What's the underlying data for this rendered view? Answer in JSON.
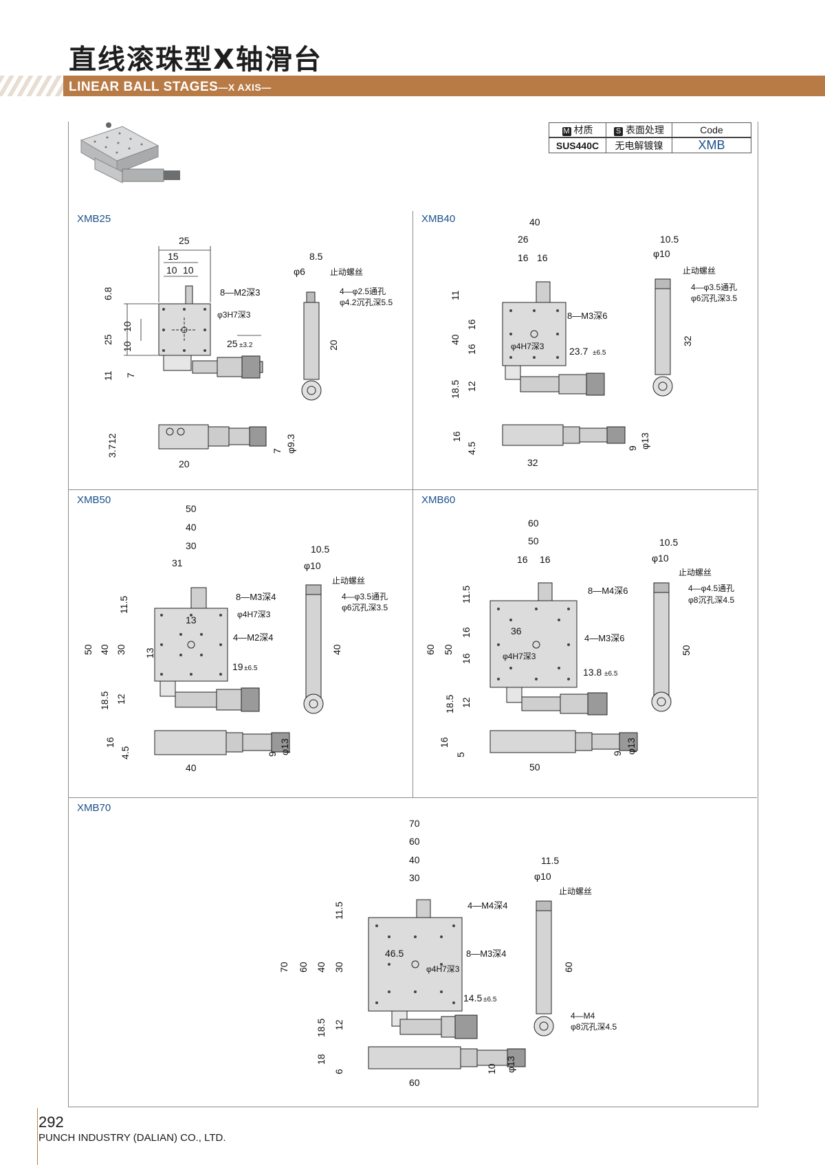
{
  "header": {
    "title_cn": "直线滚珠型X轴滑台",
    "title_en": "LINEAR BALL STAGES",
    "title_en_suffix": "—X AXIS—"
  },
  "spec_table": {
    "material_badge": "M",
    "material_label": "材质",
    "surface_badge": "S",
    "surface_label": "表面处理",
    "code_label": "Code",
    "material": "SUS440C",
    "surface": "无电解镀镍",
    "code": "XMB"
  },
  "sections": {
    "xmb25": {
      "label": "XMB25",
      "dims": {
        "w25": "25",
        "w15": "15",
        "w10a": "10",
        "w10b": "10",
        "h68": "6.8",
        "h25": "25",
        "h10a": "10",
        "h10b": "10",
        "h11": "11",
        "h7": "7",
        "tap": "8—M2深3",
        "pin": "φ3H7深3",
        "travel": "25",
        "travel_tol": "±3.2",
        "side_phi": "φ6",
        "side_85": "8.5",
        "stop": "止动螺丝",
        "hole1": "4—φ2.5通孔",
        "hole2": "φ4.2沉孔深5.5",
        "side_20": "20",
        "b12": "12",
        "b37": "3.7",
        "b20": "20",
        "b7": "7",
        "bphi": "φ9.3"
      }
    },
    "xmb40": {
      "label": "XMB40",
      "dims": {
        "w40": "40",
        "w26": "26",
        "w16a": "16",
        "w16b": "16",
        "h11": "11",
        "h40": "40",
        "h16a": "16",
        "h16b": "16",
        "h185": "18.5",
        "h12": "12",
        "tap": "8—M3深6",
        "pin": "φ4H7深3",
        "travel": "23.7",
        "travel_tol": "±6.5",
        "side_105": "10.5",
        "side_phi": "φ10",
        "stop": "止动螺丝",
        "hole1": "4—φ3.5通孔",
        "hole2": "φ6沉孔深3.5",
        "side_32": "32",
        "b16": "16",
        "b45": "4.5",
        "b32": "32",
        "b9": "9",
        "bphi": "φ13"
      }
    },
    "xmb50": {
      "label": "XMB50",
      "dims": {
        "w50": "50",
        "w40": "40",
        "w30": "30",
        "w31": "31",
        "h115": "11.5",
        "h50": "50",
        "h40": "40",
        "h30": "30",
        "h13": "13",
        "w13": "13",
        "h185": "18.5",
        "h12": "12",
        "tap": "8—M3深4",
        "pin": "φ4H7深3",
        "tap2": "4—M2深4",
        "travel": "19",
        "travel_tol": "±6.5",
        "side_105": "10.5",
        "side_phi": "φ10",
        "stop": "止动螺丝",
        "hole1": "4—φ3.5通孔",
        "hole2": "φ6沉孔深3.5",
        "side_40": "40",
        "b16": "16",
        "b45": "4.5",
        "b40": "40",
        "b9": "9",
        "bphi": "φ13"
      }
    },
    "xmb60": {
      "label": "XMB60",
      "dims": {
        "w60": "60",
        "w50": "50",
        "w16a": "16",
        "w16b": "16",
        "w36": "36",
        "h115": "11.5",
        "h60": "60",
        "h50": "50",
        "h16a": "16",
        "h16b": "16",
        "h185": "18.5",
        "h12": "12",
        "tap": "8—M4深6",
        "pin": "φ4H7深3",
        "tap2": "4—M3深6",
        "travel": "13.8",
        "travel_tol": "±6.5",
        "side_105": "10.5",
        "side_phi": "φ10",
        "stop": "止动螺丝",
        "hole1": "4—φ4.5通孔",
        "hole2": "φ8沉孔深4.5",
        "side_50": "50",
        "b16": "16",
        "b5": "5",
        "b50": "50",
        "b9": "9",
        "bphi": "φ13"
      }
    },
    "xmb70": {
      "label": "XMB70",
      "dims": {
        "w70": "70",
        "w60": "60",
        "w40": "40",
        "w30": "30",
        "w465": "46.5",
        "h115": "11.5",
        "h70": "70",
        "h60": "60",
        "h40": "40",
        "h30": "30",
        "h185": "18.5",
        "h12": "12",
        "tap": "4—M4深4",
        "tap2": "8—M3深4",
        "pin": "φ4H7深3",
        "travel": "14.5",
        "travel_tol": "±6.5",
        "side_115": "11.5",
        "side_phi": "φ10",
        "stop": "止动螺丝",
        "side_60": "60",
        "hole1": "4—M4",
        "hole2": "φ8沉孔深4.5",
        "b18": "18",
        "b6": "6",
        "b60": "60",
        "b10": "10",
        "bphi": "φ13"
      }
    }
  },
  "footer": {
    "page": "292",
    "company": "PUNCH INDUSTRY (DALIAN) CO., LTD."
  }
}
